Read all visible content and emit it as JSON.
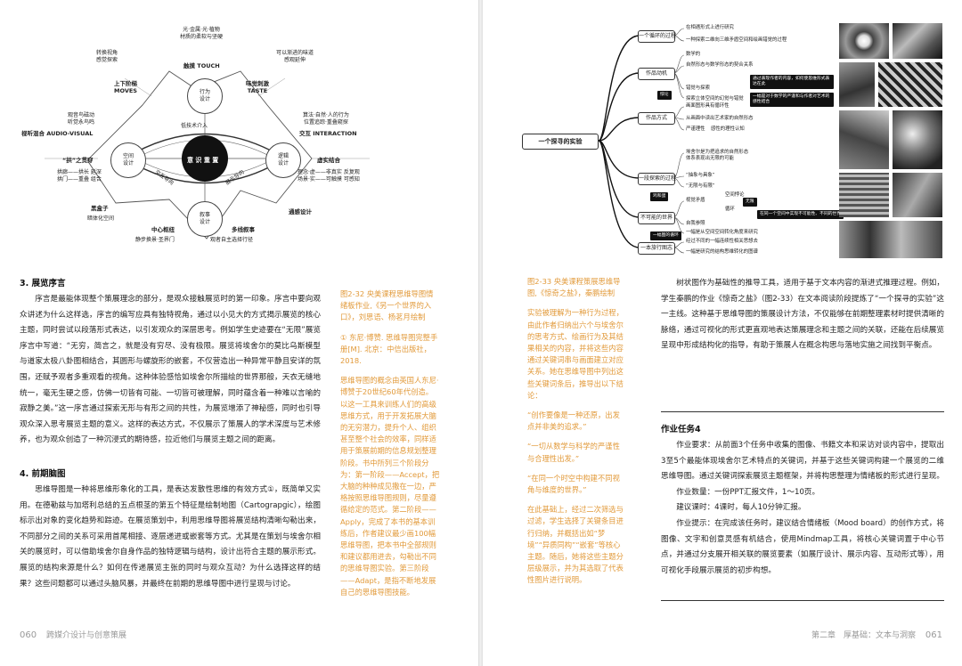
{
  "left": {
    "mindmap": {
      "center": "意 识 重 置",
      "low_tech": "低技术介入",
      "nodes": {
        "behavior": "行为\n设计",
        "space": "空间\n设计",
        "logic": "逻辑\n设计",
        "narrative": "叙事\n设计"
      },
      "arc_labels": {
        "interactive": "交互导向",
        "display": "展示导向"
      },
      "outer": {
        "touch": "触摸 TOUCH",
        "touch_sub": "光·金属·光·植物\n材质的柔软与坚硬",
        "moves": "上下阶梯\nMOVES",
        "moves_sub": "转换视角\n感觉探索",
        "taste": "味觉刺激\nTASTE",
        "taste_sub": "可以渐进的味道\n感观延伸",
        "audio": "视听混合 AUDIO-VISUAL",
        "audio_sub": "观音鸟磁动\n听觉永鸟鸣",
        "interaction": "交互 INTERACTION",
        "interaction_sub": "算法·自然·人的行为\n位置追踪·重叠窥探",
        "nested": "“拱”之贯穿",
        "nested_sub": "拱廊——拱长 延深\n拱门——重叠 组合",
        "virtual": "虚实结合",
        "virtual_sub": "理念·虚——非真实 反复观\n场景·实——可触摸 可感知",
        "blackbox": "黑盒子",
        "blackbox_sub": "暗体化空间",
        "hub": "中心枢纽",
        "hub_sub": "静步换景·圣界门",
        "multiline": "多线叙事",
        "multiline_sub": "观者自主选择行径",
        "channel": "通感设计"
      }
    },
    "sec3_title": "3. 展览序言",
    "sec3_paragraphs": [
      "序言是最能体现整个策展理念的部分，是观众接触展览时的第一印象。序言中要向观众讲述为什么这样选，序言的编写应具有独特视角，通过以小见大的方式揭示展览的核心主题，同时尝试以段落形式表达，以引发观众的深层思考。例如学生史迹要在“无限”展览序言中写道：“无穷，简言之，就是没有穷尽、没有极限。展览将埃舍尔的莫比乌斯模型与道家太极八卦图相结合，其圆形与螺旋形的嵌套，不仅营造出一种异常平静且安详的氛围，还赋予观者多重观看的视角。这种体验感恰如埃舍尔所描绘的世界那般，天衣无缝地统一，毫无生硬之感，仿佛一切皆有可能、一切皆可被理解，同时蕴含着一种难以言喻的寂静之美。”这一序言通过探索无形与有形之间的共性，为展览增添了神秘感，同时也引导观众深入思考展览主题的意义。这样的表达方式，不仅展示了策展人的学术深度与艺术修养，也为观众创造了一种沉浸式的期待感，拉近他们与展览主题之间的距离。"
    ],
    "sec4_title": "4. 前期脑图",
    "sec4_paragraphs": [
      "思维导图是一种将思维形象化的工具，是表达发散性思维的有效方式①，既简单又实用。在德勒兹与加塔利总结的五点根茎的第五个特征是绘制地图（Cartograpgic），绘图标示出对象的变化趋势和踪迹。在展览策划中，利用思维导图将展览结构清晰勾勒出来，不同部分之间的关系可采用首尾相接、逐层递进或嵌套等方式。尤其是在策划与埃舍尔相关的展览时，可以借助埃舍尔自身作品的独特逻辑与结构，设计出符合主题的展示形式。展览的结构来源是什么？如何在传递展览主张的同时与观众互动？为什么选择这样的结果？这些问题都可以通过头脑风暴，并最终在前期的思维导图中进行呈现与讨论。"
    ],
    "caption": "图2-32 央美课程思维导图情绪板作业,《另一个世界的入口》，刘思语、杨茗月绘制",
    "footnote": "① 东尼·博赞. 思维导图完整手册[M]. 北京：中信出版社，2018.",
    "sidenote": "思维导图的概念由英国人东尼·博赞于20世纪60年代创造。以这一工具来训练人们的高级思维方式，用于开发拓展大脑的无穷潜力，提升个人、组织甚至整个社会的效率，同样适用于策展前期的信息规划整理阶段。书中所列三个阶段分为：第一阶段——Accept，把大脑的种种成见撒在一边，严格按照思维导图规则，尽量遵循给定的范式。第二阶段——Apply，完成了本书的基本训练后，作者建议最少画100幅思维导图，把本书中全部规则和建议都用进去，勾勒出不同的思维导图实验。第三阶段——Adapt，是指不断地发展自己的思维导图技能。",
    "folio_num": "060",
    "folio_text": "跨媒介设计与创意策展"
  },
  "right": {
    "mindmap": {
      "root": "一个探寻的实验",
      "branches": [
        "一个循环的过程",
        "作品动机",
        "作品方式",
        "一段探索的过程",
        "不可能的世界",
        "一本旅行图志"
      ],
      "leaves": [
        "在相遇形式上进行研究",
        "一种探索二维向三维矛盾空间和绘画错觉的过程",
        "数学的",
        "自然形态与数学形态的契合关系",
        "错觉与探索",
        "悖论",
        "探索立体空间的幻觉与错觉",
        "通过表现作者的内容，如何使思维形式表达在此",
        "一幅是对于数学的严谨和与作者对艺术的感性结合",
        "画面图形具有循环性",
        "从画面中读出艺术家的自然形态",
        "严谨理性",
        "感性的理性认知",
        "埃舍尔是为把追求的自然形态体系表现出无限的可能",
        "“抽象与具象”",
        "“无限与有限”",
        "鸡和蛋",
        "视觉矛盾",
        "空间悖论",
        "循环",
        "无限",
        "自我参照",
        "在同一个空间中实现不可能性、不同的世界",
        "一幅图的循环",
        "一幅是从空间空间转化角度来研究",
        "经过不同的一幅连续性相关思想去",
        "一幅是研究的结构思维转化的图谱"
      ]
    },
    "caption": "图2-33 央美课程策展思维导图,《惊奇之盐》，秦鹏绘制",
    "sidenotes": [
      "实验被理解为一种行为过程，由此作者归纳出六个与埃舍尔的思考方式、绘画行为及其结果相关的内容，并将这些内容通过关键词串与画面建立对应关系。她在思维导图中列出这些关键词条后，推导出以下结论：",
      "“创作要像是一种还原，出发点并非美的追求。”",
      "“一切从数学与科学的严谨性与合理性出发。”",
      "“在同一个时空中构建不同视角与维度的世界。”",
      "在此基础上，经过二次筛选与过滤，学生选择了关键条目进行归纳，并概括出如“梦境”“异质同构”“嵌套”等核心主题。随后，她将这些主题分层级展示，并为其选取了代表性图片进行说明。"
    ],
    "body_paragraphs": [
      "树状图作为基础性的推导工具，适用于基于文本内容的渐进式推理过程。例如，学生秦鹏的作业《惊奇之盐》（图2-33）在文本阅读阶段提炼了“一个探寻的实验”这一主线。这种基于思维导图的策展设计方法，不仅能够在前期整理素材时提供清晰的脉络，通过可视化的形式更直观地表达策展理念和主题之间的关联，还能在后续展览呈现中形成结构化的指导，有助于策展人在概念构思与落地实施之间找到平衡点。"
    ],
    "task_title": "作业任务4",
    "task_paragraphs": [
      "作业要求：从前面3个任务中收集的图像、书籍文本和采访对谈内容中，提取出3至5个最能体现埃舍尔艺术特点的关键词，并基于这些关键词构建一个展览的二维思维导图。通过关键词探索展览主题框架，并将构思整理为情绪板的形式进行呈现。",
      "作业数量：一份PPT汇报文件，1～10页。",
      "建议课时：4课时，每人10分钟汇报。",
      "作业提示：在完成该任务时，建议结合情绪板（Mood board）的创作方式，将图像、文字和创意灵感有机结合，使用Mindmap工具，将核心关键词置于中心节点，并通过分支展开相关联的展览要素（如展厅设计、展示内容、互动形式等），用可视化手段展示展览的初步构想。"
    ],
    "folio_num": "061",
    "folio_text": "第二章　厚基础：文本与洞察"
  }
}
